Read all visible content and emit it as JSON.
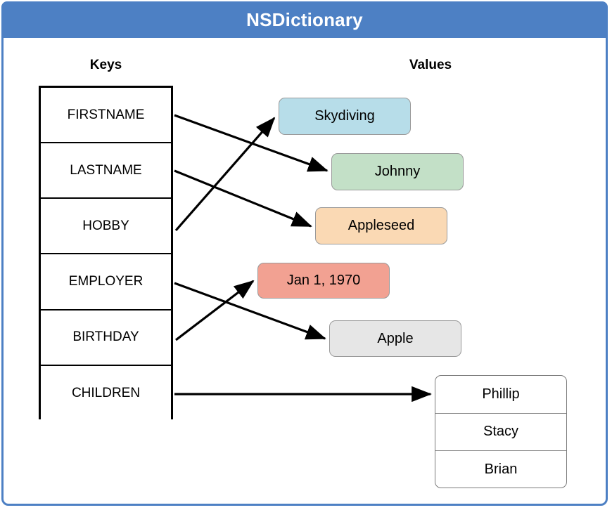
{
  "window": {
    "title": "NSDictionary",
    "accent_color": "#4d80c4",
    "background_color": "#ffffff"
  },
  "headings": {
    "keys": "Keys",
    "values": "Values"
  },
  "keys_table": {
    "rows": [
      {
        "label": "FIRSTNAME"
      },
      {
        "label": "LASTNAME"
      },
      {
        "label": "HOBBY"
      },
      {
        "label": "EMPLOYER"
      },
      {
        "label": "BIRTHDAY"
      },
      {
        "label": "CHILDREN"
      }
    ]
  },
  "values": [
    {
      "label": "Skydiving",
      "color": "#b7dde9",
      "border": "#9a9a9a"
    },
    {
      "label": "Johnny",
      "color": "#c3e0c7",
      "border": "#9a9a9a"
    },
    {
      "label": "Appleseed",
      "color": "#fad9b4",
      "border": "#9a9a9a"
    },
    {
      "label": "Jan 1, 1970",
      "color": "#f2a192",
      "border": "#9a9a9a"
    },
    {
      "label": "Apple",
      "color": "#e6e6e6",
      "border": "#9a9a9a"
    }
  ],
  "children_list": {
    "items": [
      {
        "label": "Phillip"
      },
      {
        "label": "Stacy"
      },
      {
        "label": "Brian"
      }
    ]
  },
  "mappings": [
    {
      "from": "FIRSTNAME",
      "to": "Johnny"
    },
    {
      "from": "LASTNAME",
      "to": "Appleseed"
    },
    {
      "from": "HOBBY",
      "to": "Skydiving"
    },
    {
      "from": "EMPLOYER",
      "to": "Apple"
    },
    {
      "from": "BIRTHDAY",
      "to": "Jan 1, 1970"
    },
    {
      "from": "CHILDREN",
      "to": "Phillip / Stacy / Brian"
    }
  ],
  "arrow_color": "#000000"
}
